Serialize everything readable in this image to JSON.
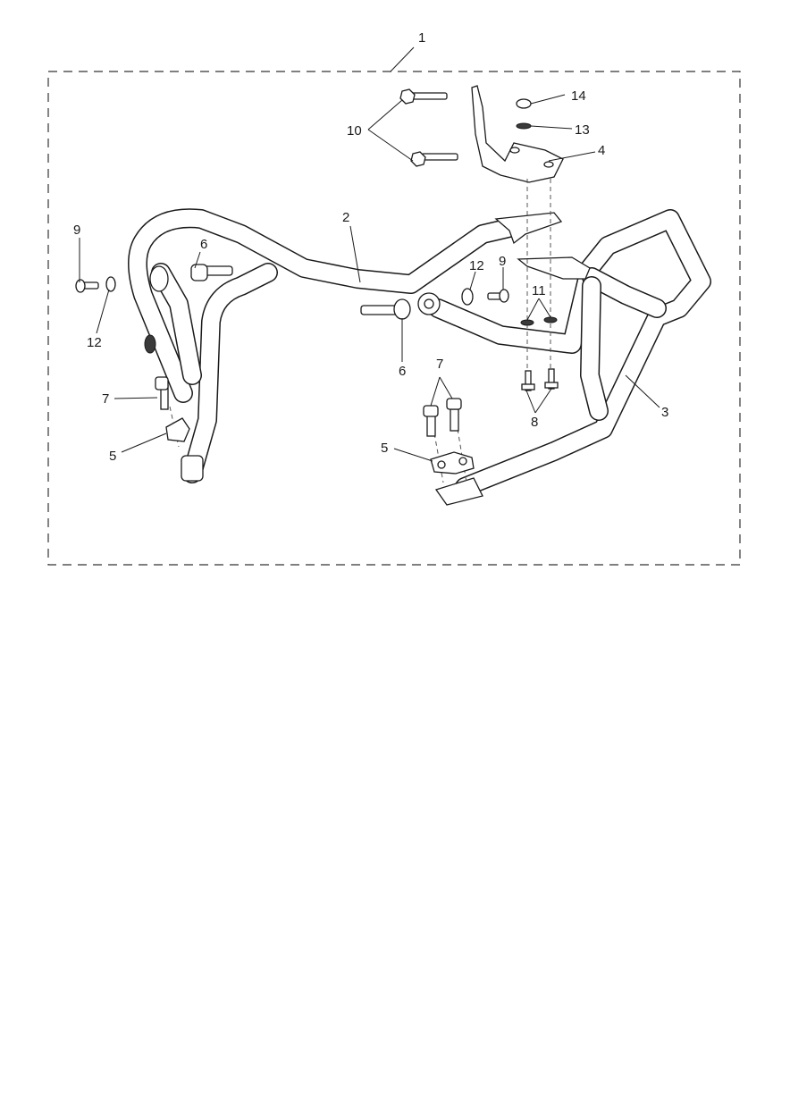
{
  "diagram": {
    "callouts": {
      "c1": "1",
      "c2": "2",
      "c3": "3",
      "c4": "4",
      "c5a": "5",
      "c5b": "5",
      "c6a": "6",
      "c6b": "6",
      "c7a": "7",
      "c7b": "7",
      "c8": "8",
      "c9a": "9",
      "c9b": "9",
      "c10": "10",
      "c11": "11",
      "c12a": "12",
      "c12b": "12",
      "c13": "13",
      "c14": "14"
    }
  }
}
